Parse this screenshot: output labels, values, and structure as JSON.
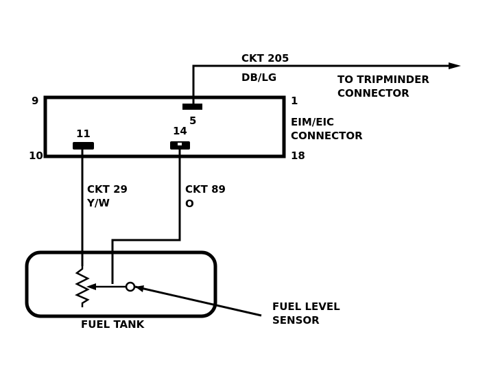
{
  "connector": {
    "name_line1": "EIM/EIC",
    "name_line2": "CONNECTOR",
    "corner_pins": {
      "top_left": "9",
      "top_right": "1",
      "bottom_left": "10",
      "bottom_right": "18"
    },
    "pins": {
      "tripminder": "5",
      "sender": "11",
      "gauge": "14"
    }
  },
  "circuits": {
    "ckt205": {
      "label": "CKT 205",
      "color": "DB/LG"
    },
    "ckt29": {
      "label": "CKT 29",
      "color": "Y/W"
    },
    "ckt89": {
      "label": "CKT 89",
      "color": "O"
    }
  },
  "destination": {
    "line1": "TO TRIPMINDER",
    "line2": "CONNECTOR"
  },
  "fuel_tank": {
    "label": "FUEL TANK"
  },
  "sensor": {
    "line1": "FUEL LEVEL",
    "line2": "SENSOR"
  }
}
